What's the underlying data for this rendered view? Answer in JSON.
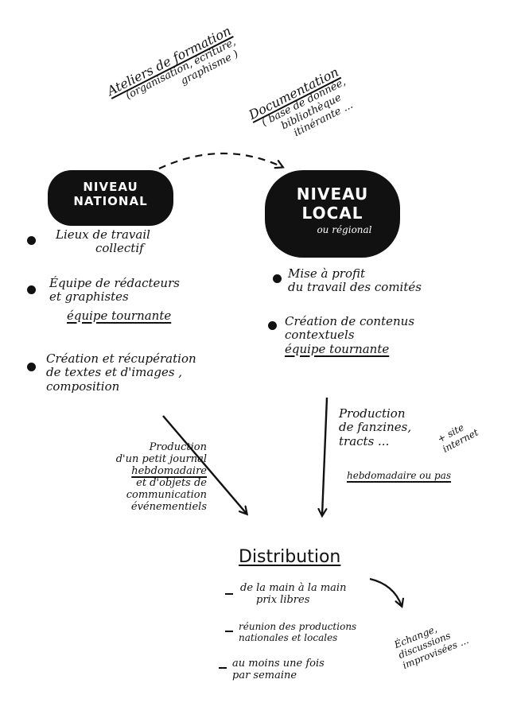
{
  "top_notes": {
    "ateliers": {
      "title": "Ateliers de formation",
      "detail_1": "(organisation, écriture,",
      "detail_2": "graphisme )"
    },
    "documentation": {
      "title": "Documentation",
      "detail_1": "( base de donnée,",
      "detail_2": "bibliothèque",
      "detail_3": "itinérante ..."
    }
  },
  "national": {
    "badge_line_1": "NIVEAU",
    "badge_line_2": "NATIONAL",
    "items": [
      {
        "line_1": "Lieux de travail",
        "line_2": "collectif",
        "tag": ""
      },
      {
        "line_1": "Équipe de rédacteurs",
        "line_2": "et graphistes",
        "tag": "équipe tournante"
      },
      {
        "line_1": "Création et récupération",
        "line_2": "de textes et d'images ,",
        "line_3": "composition"
      }
    ]
  },
  "local": {
    "badge_line_1": "NIVEAU",
    "badge_line_2": "LOCAL",
    "badge_sub": "ou régional",
    "items": [
      {
        "line_1": "Mise à profit",
        "line_2": "du travail des comités"
      },
      {
        "line_1": "Création de contenus",
        "line_2": "contextuels",
        "tag": "équipe tournante"
      }
    ]
  },
  "production_national": {
    "line_1": "Production",
    "line_2": "d'un petit journal",
    "line_3": "hebdomadaire",
    "line_4": "et d'objets de",
    "line_5": "communication",
    "line_6": "événementiels"
  },
  "production_local": {
    "line_1": "Production",
    "line_2": "de fanzines,",
    "line_3": "tracts ...",
    "tag": "hebdomadaire ou pas",
    "extra_1": "+ site",
    "extra_2": "internet"
  },
  "distribution": {
    "title": "Distribution",
    "items": [
      {
        "line_1": "de la main à la main",
        "line_2": "prix libres"
      },
      {
        "line_1": "réunion des productions",
        "line_2": "nationales et locales"
      },
      {
        "line_1": "au moins une fois",
        "line_2": "par semaine"
      }
    ],
    "side_1": "Échange,",
    "side_2": "discussions",
    "side_3": "improvisées ..."
  }
}
